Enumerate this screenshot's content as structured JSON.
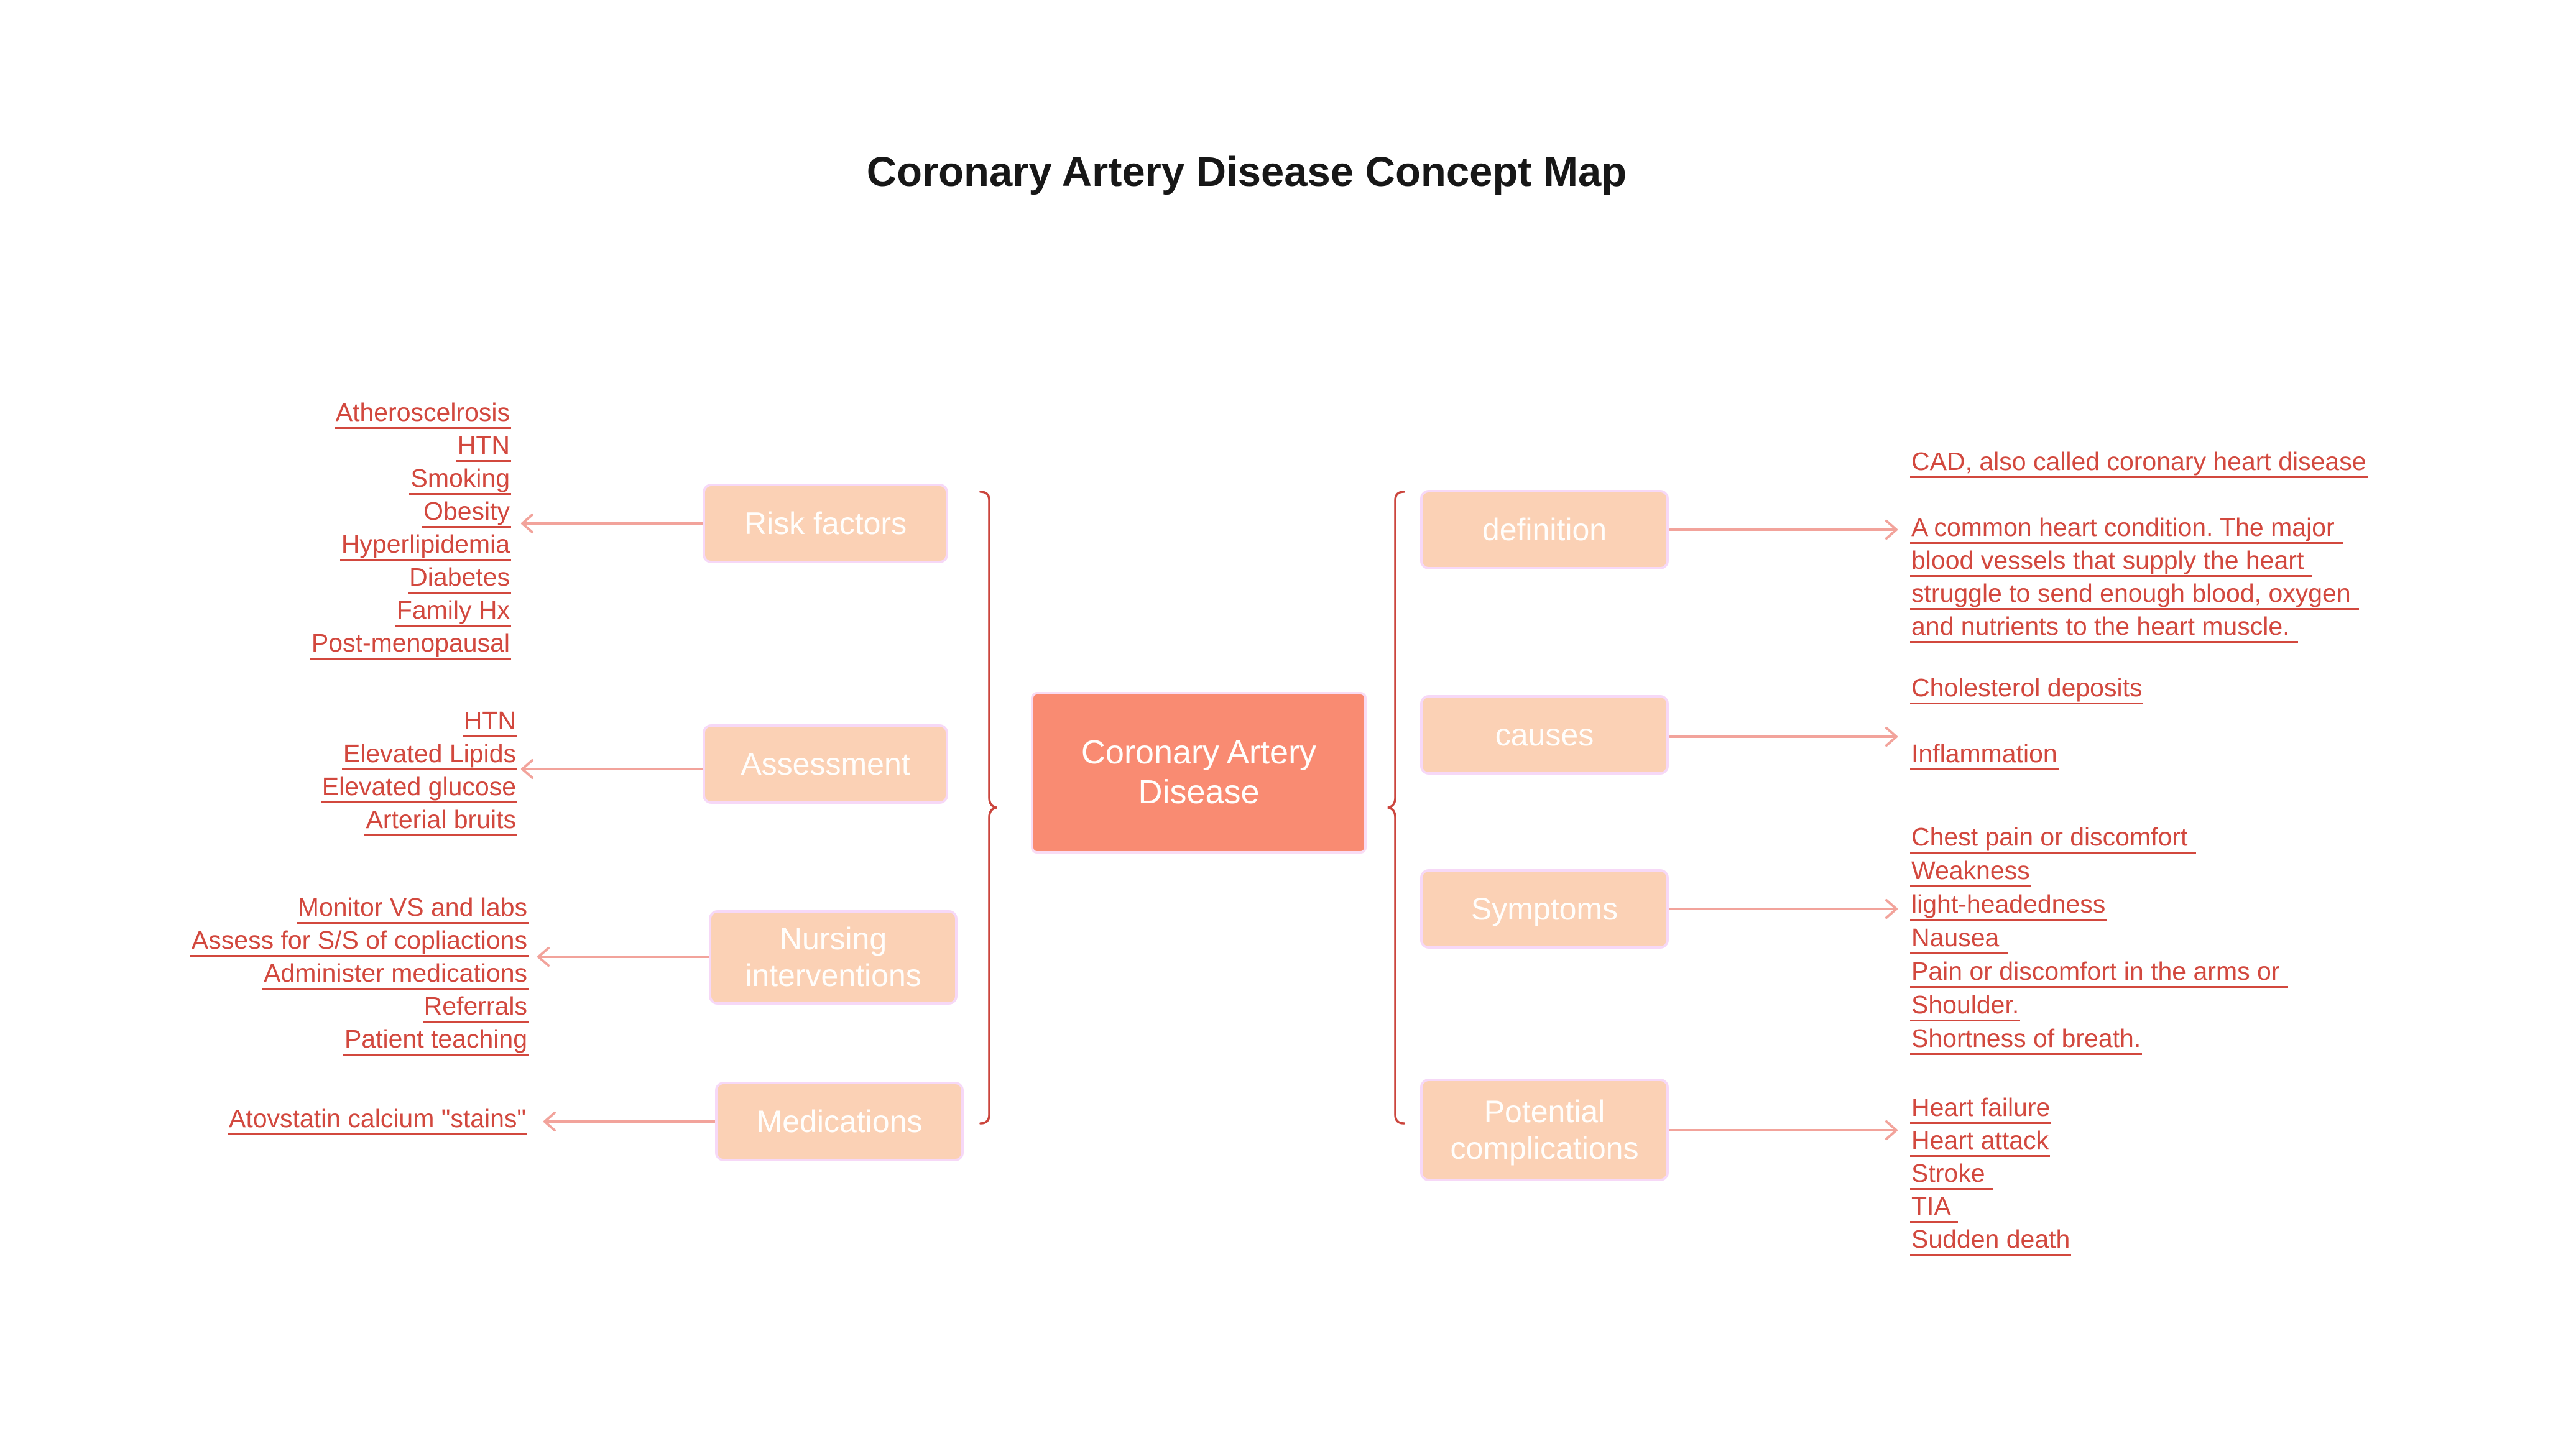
{
  "title": "Coronary Artery Disease Concept Map",
  "center_node": {
    "label": "Coronary Artery Disease"
  },
  "nodes": {
    "risk_factors": {
      "label": "Risk factors",
      "items": [
        "Atheroscelrosis",
        "HTN",
        "Smoking",
        "Obesity",
        "Hyperlipidemia",
        "Diabetes",
        "Family Hx",
        "Post-menopausal"
      ]
    },
    "assessment": {
      "label": "Assessment",
      "items": [
        "HTN",
        "Elevated Lipids",
        "Elevated glucose",
        "Arterial bruits"
      ]
    },
    "nursing_interventions": {
      "label": "Nursing interventions",
      "items": [
        "Monitor VS and labs",
        "Assess for S/S of copliactions",
        "Administer medications",
        "Referrals",
        "Patient teaching"
      ]
    },
    "medications": {
      "label": "Medications",
      "items": [
        "Atovstatin calcium \"stains\""
      ]
    },
    "definition": {
      "label": "definition",
      "items": [
        "CAD, also called coronary heart disease"
      ],
      "paragraph_lines": [
        "A common heart condition. The major ",
        "blood vessels that supply the heart ",
        "struggle to send enough blood, oxygen ",
        "and nutrients to the heart muscle. "
      ]
    },
    "causes": {
      "label": "causes",
      "items": [
        "Cholesterol deposits",
        "Inflammation"
      ]
    },
    "symptoms": {
      "label": "Symptoms",
      "items": [
        "Chest pain or discomfort ",
        "Weakness",
        "light-headedness",
        "Nausea ",
        "Pain or discomfort in the arms or ",
        "Shoulder.",
        "Shortness of breath."
      ]
    },
    "potential_complications": {
      "label": "Potential complications",
      "items": [
        "Heart failure",
        "Heart attack",
        "Stroke ",
        "TIA ",
        "Sudden death"
      ]
    }
  },
  "colors": {
    "background": "#FFFFFF",
    "title_color": "#171717",
    "text_red": "#D2483E",
    "connector": "#F2A39B",
    "brace": "#CB453D",
    "node_fill": "#FBD1B5",
    "node_border": "#F6D8F7",
    "node_text": "#FFFEFC",
    "center_fill": "#F98B72",
    "center_border": "#F9DCF4"
  }
}
